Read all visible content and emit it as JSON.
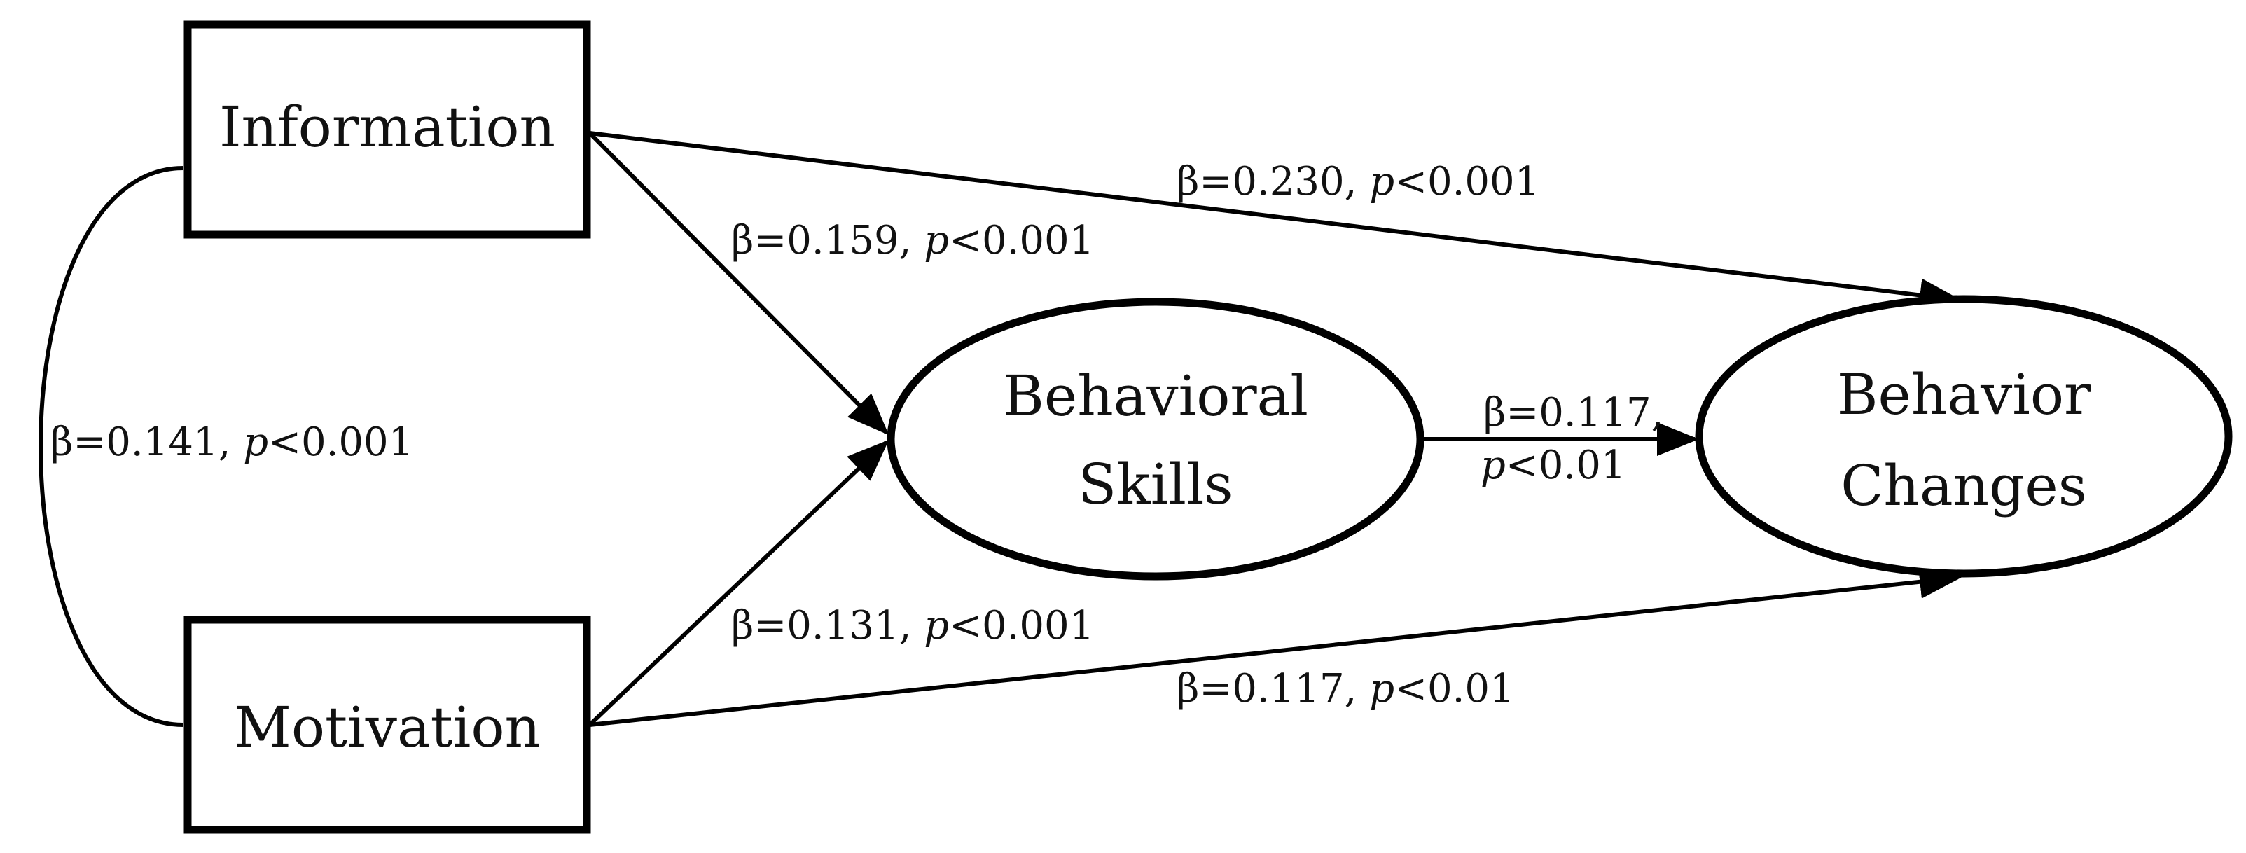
{
  "nodes": {
    "information": "Information",
    "motivation": "Motivation",
    "behavioral_skills": [
      "Behavioral",
      "Skills"
    ],
    "behavior_changes": [
      "Behavior",
      "Changes"
    ]
  },
  "paths": {
    "info_motivation": {
      "beta": "β=0.141, ",
      "p_symbol": "p",
      "p_value": "<0.001"
    },
    "info_skills": {
      "beta": "β=0.159, ",
      "p_symbol": "p",
      "p_value": "<0.001"
    },
    "info_changes": {
      "beta": "β=0.230, ",
      "p_symbol": "p",
      "p_value": "<0.001"
    },
    "motivation_skills": {
      "beta": "β=0.131, ",
      "p_symbol": "p",
      "p_value": "<0.001"
    },
    "motivation_changes": {
      "beta": "β=0.117, ",
      "p_symbol": "p",
      "p_value": "<0.01"
    },
    "skills_changes": {
      "beta": "β=0.117,",
      "p_symbol": "p",
      "p_value": "<0.01"
    }
  }
}
